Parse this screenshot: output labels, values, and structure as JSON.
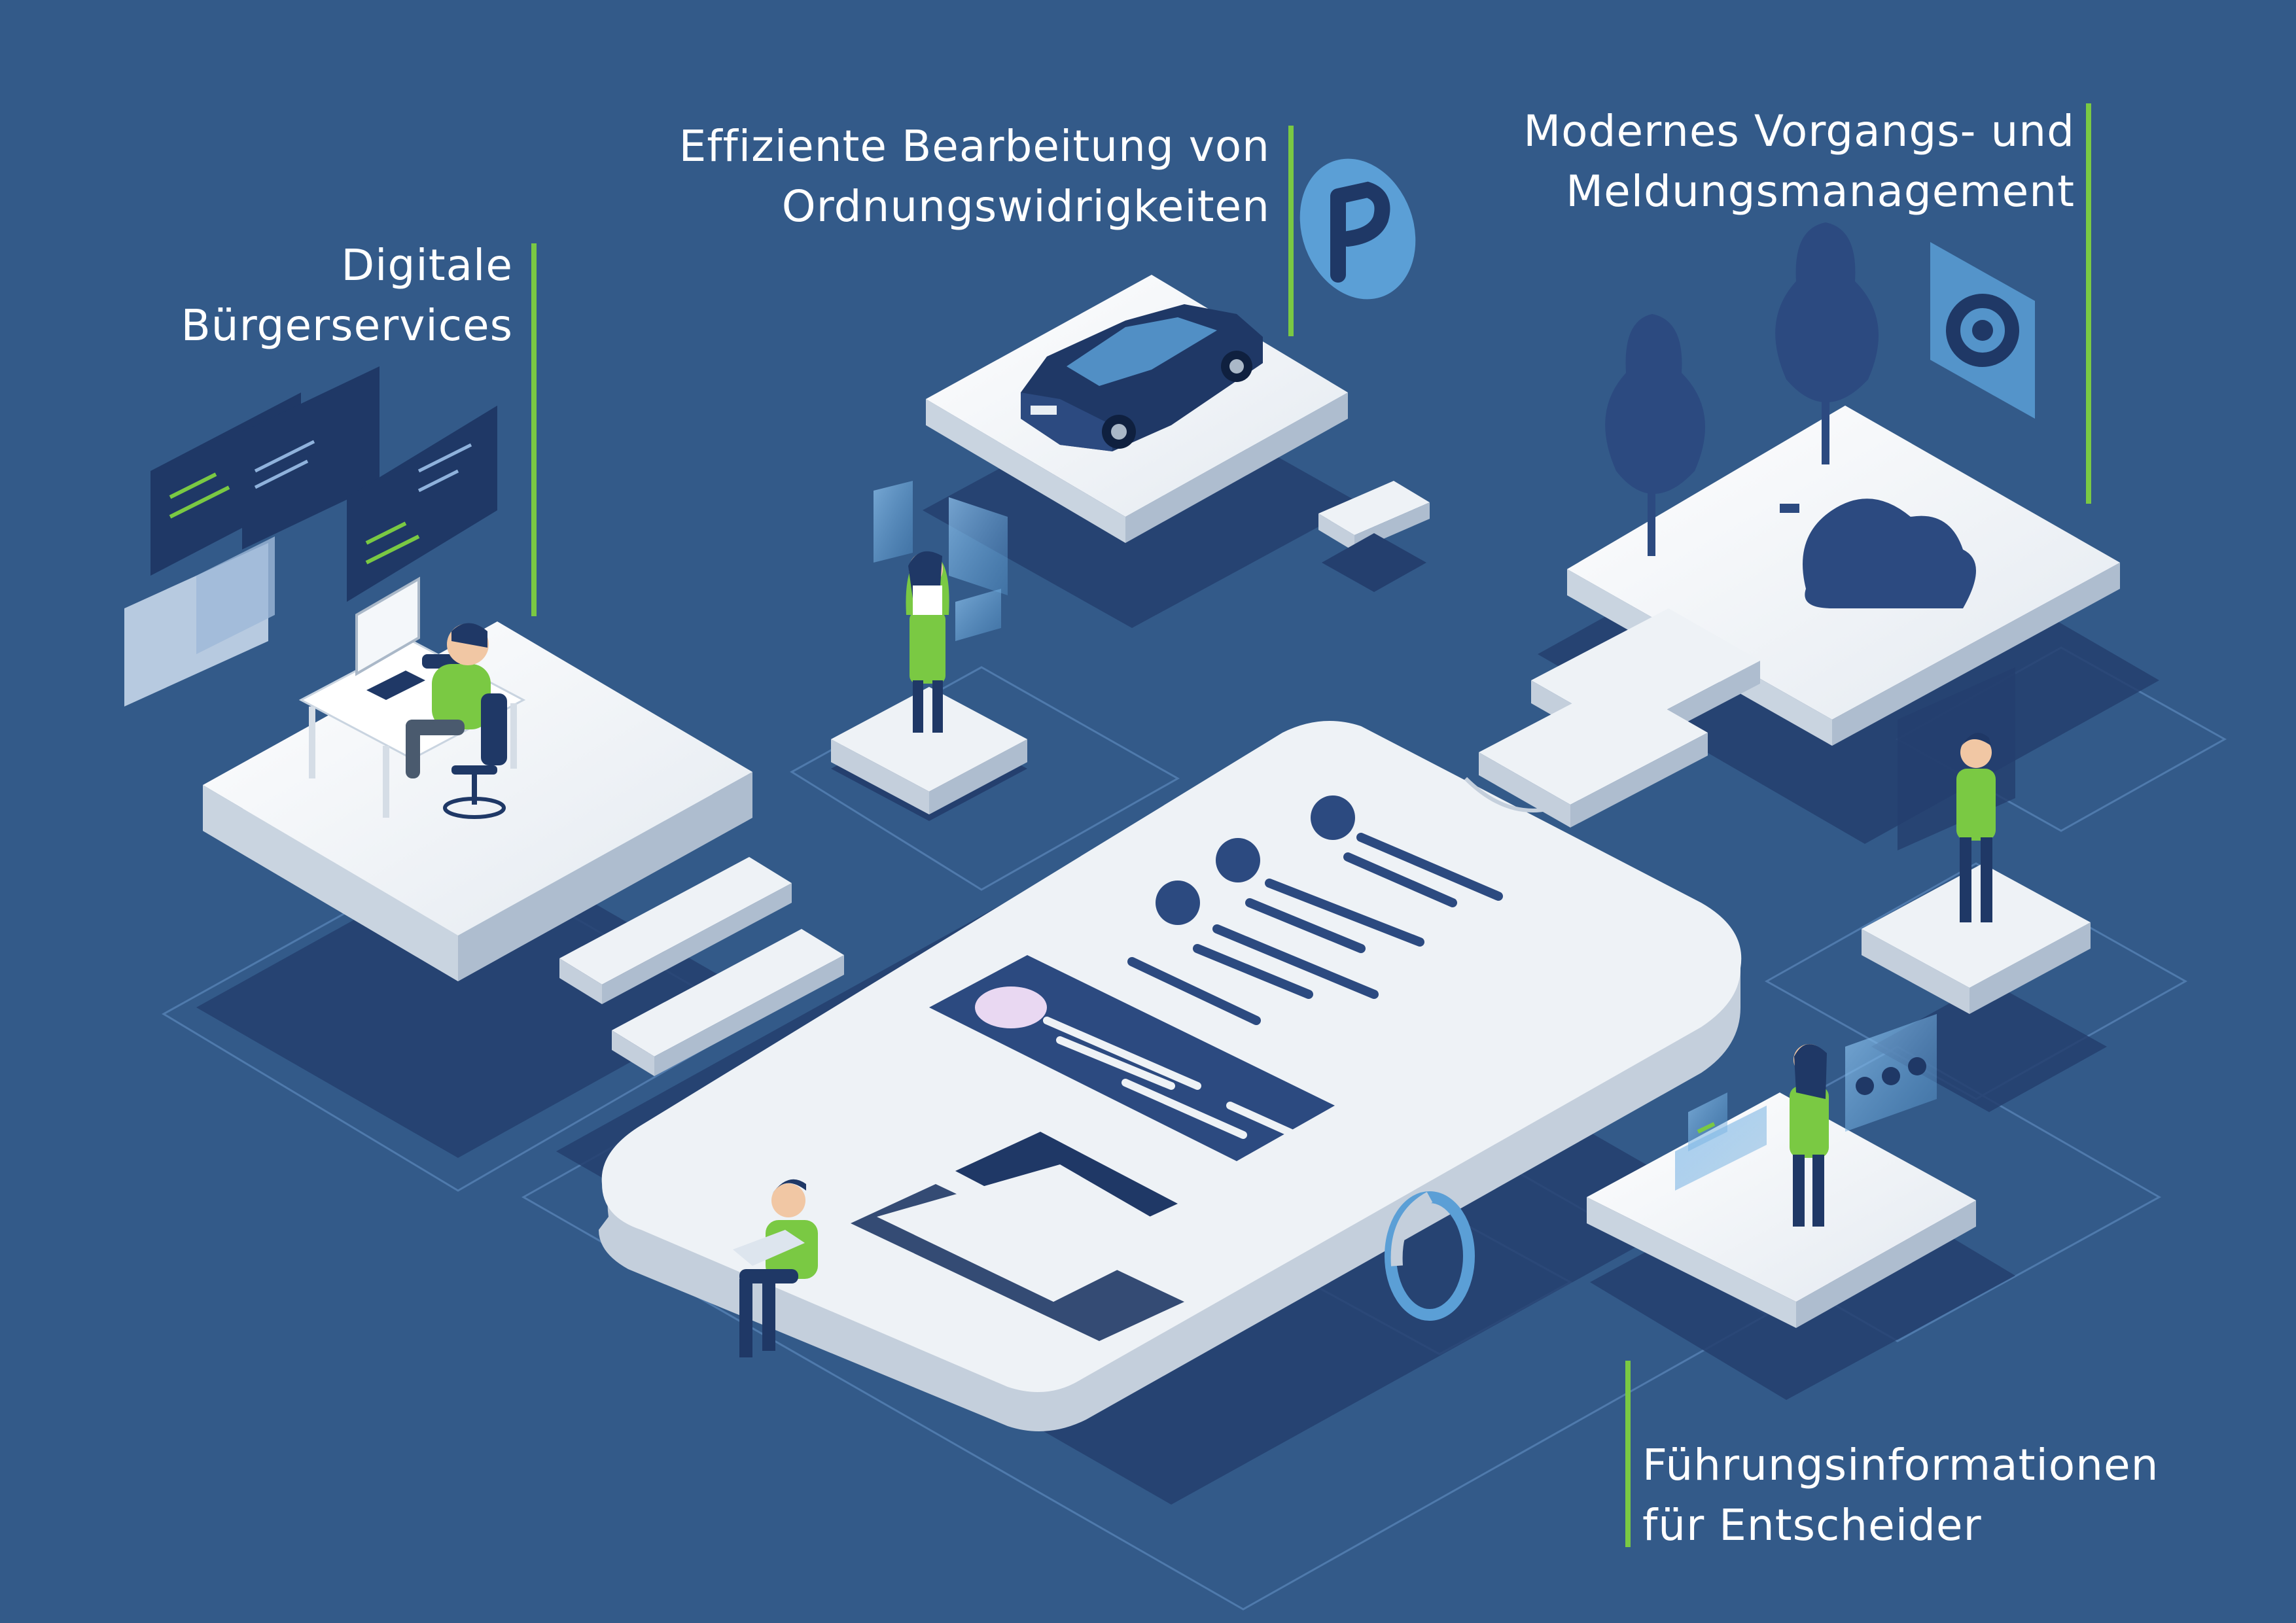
{
  "labels": {
    "buergerservices": {
      "line1": "Digitale",
      "line2": "Bürgerservices"
    },
    "ordnungswidrigkeiten": {
      "line1": "Effiziente Bearbeitung von",
      "line2": "Ordnungswidrigkeiten"
    },
    "vorgangsmanagement": {
      "line1": "Modernes Vorgangs- und",
      "line2": "Meldungsmanagement"
    },
    "fuehrungsinformationen": {
      "line1": "Führungsinformationen",
      "line2": "für Entscheider"
    }
  },
  "icons": {
    "parking": "parking-icon",
    "gear": "gear-icon",
    "cloud": "cloud-icon",
    "donut": "donut-chart-icon"
  },
  "colors": {
    "background": "#335a89",
    "accent_green": "#7ac943",
    "platform_top": "#eef2f6",
    "platform_side": "#bcc8d6",
    "dark_navy": "#1f3866",
    "light_blue": "#5b9fd6"
  }
}
